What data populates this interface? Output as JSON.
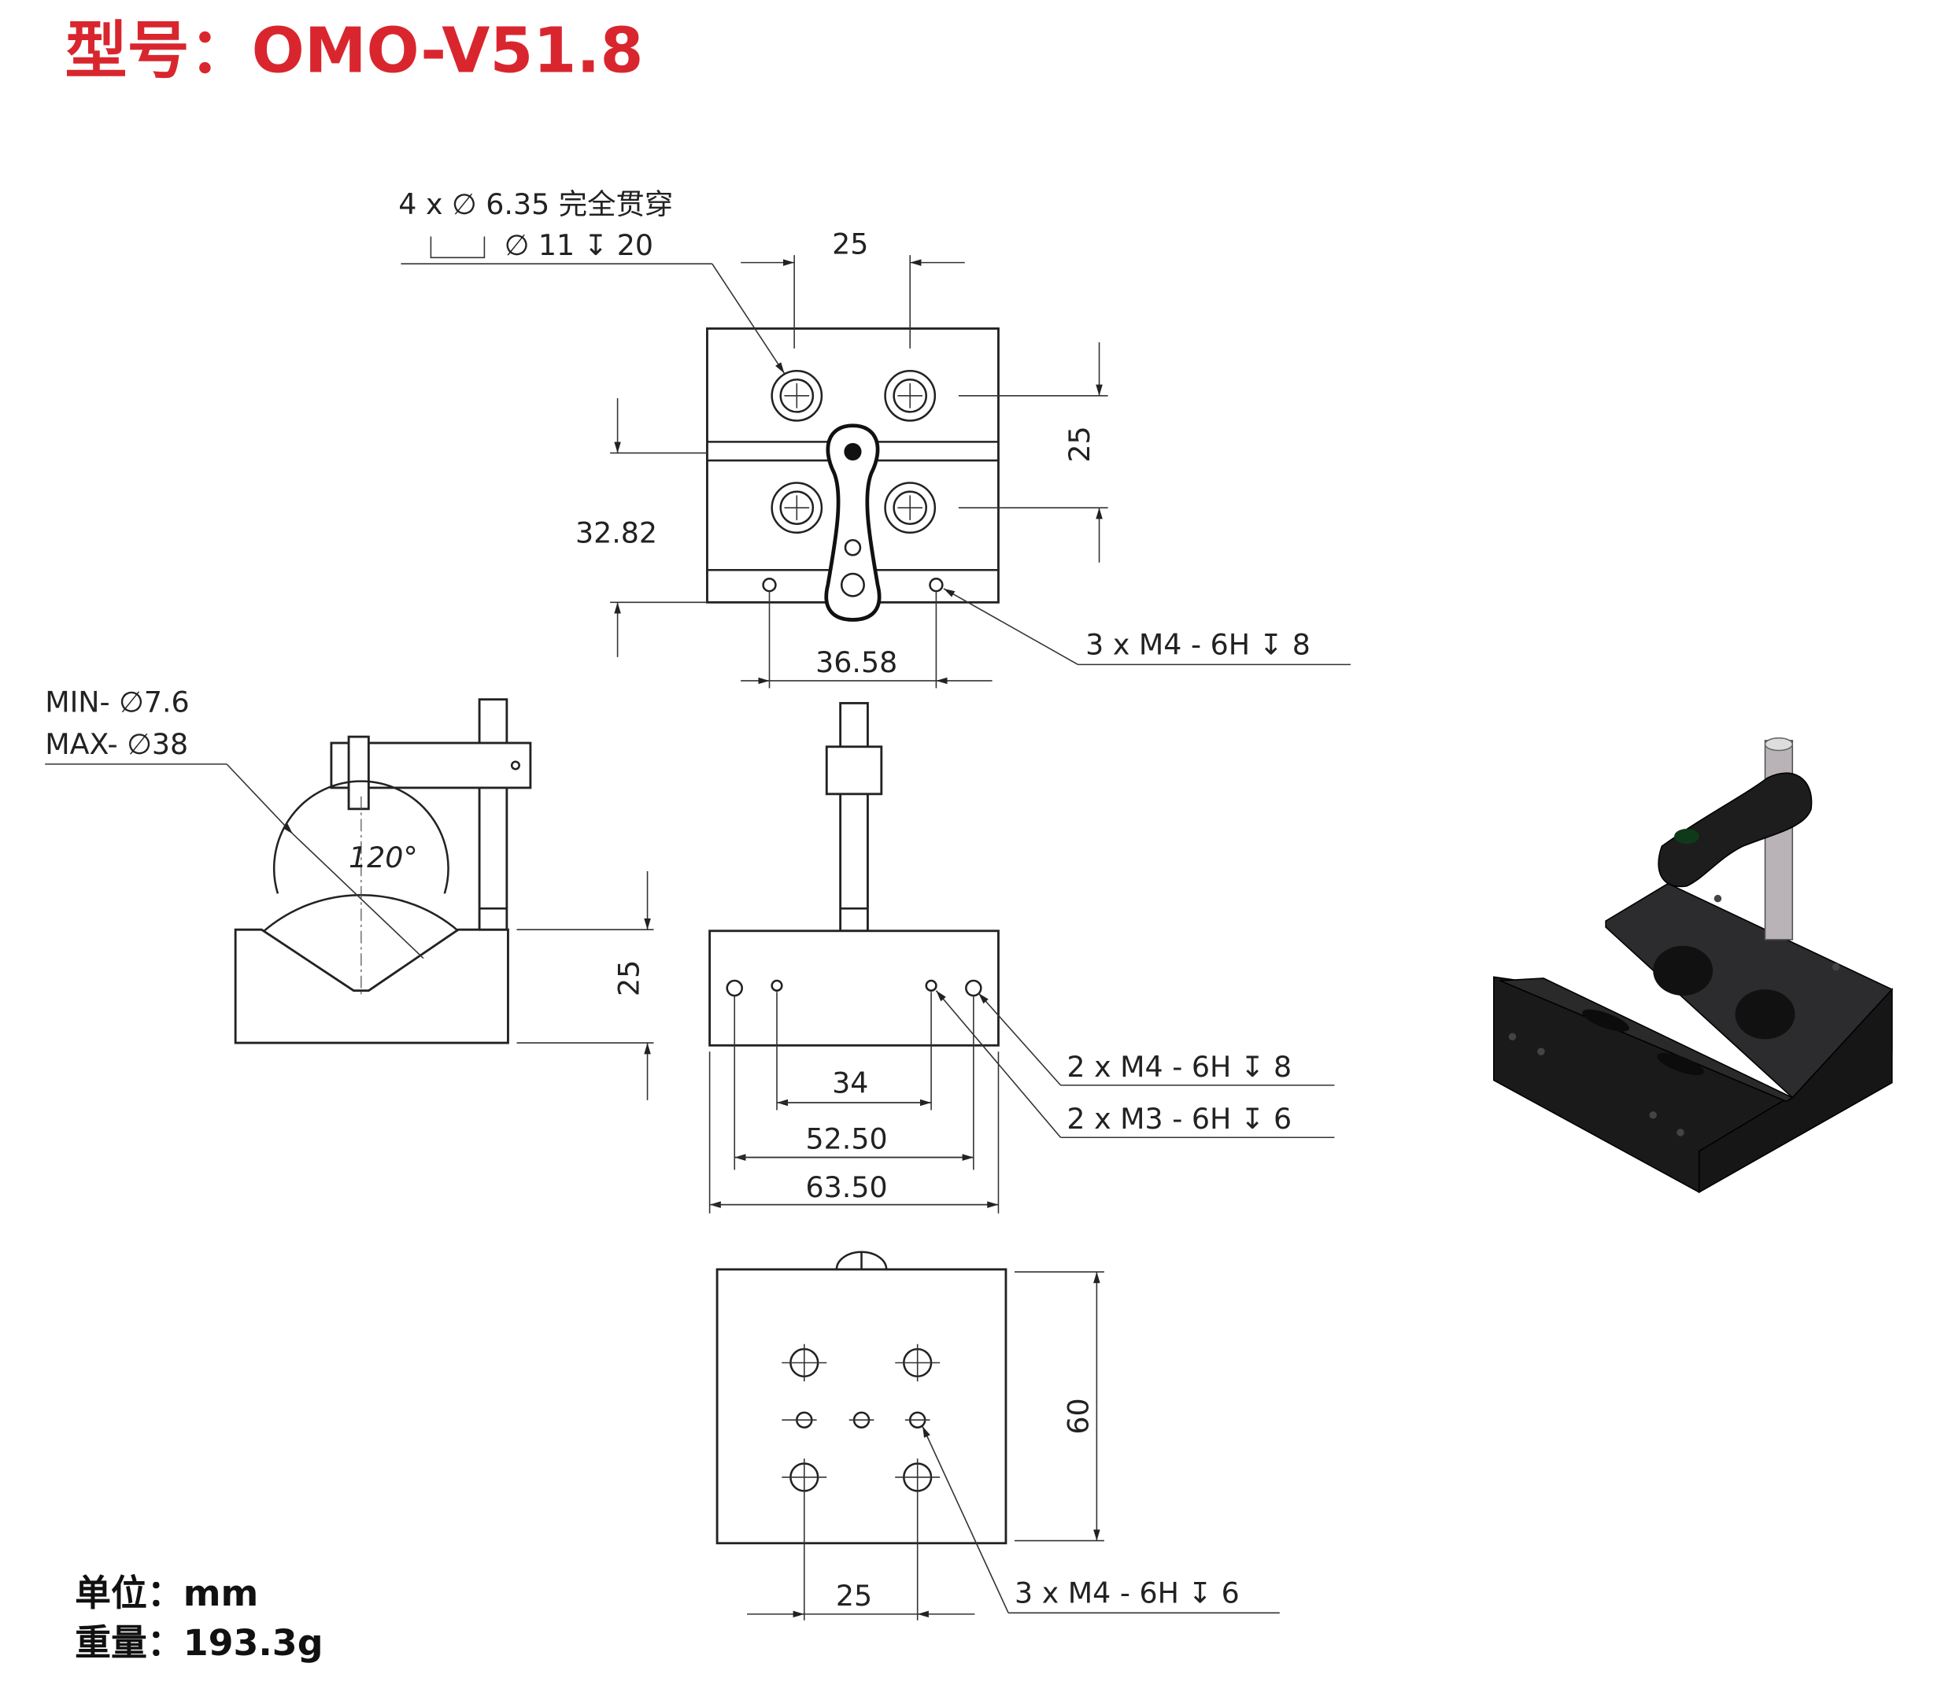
{
  "title": {
    "prefix": "型号：",
    "model": "OMO-V51.8",
    "color": "#d9262e"
  },
  "top_view": {
    "callout_line1": "4 x ∅ 6.35 完全贯穿",
    "callout_line2": "∅ 11 ↧ 20",
    "dim_hole_spacing_x": "25",
    "dim_hole_spacing_y": "25",
    "dim_height": "32.82",
    "dim_tapped_spacing": "36.58",
    "callout_tapped": "3 x M4 - 6H ↧ 8"
  },
  "side_view": {
    "min_label": "MIN- ∅7.6",
    "max_label": "MAX- ∅38",
    "angle": "120°",
    "dim_height": "25"
  },
  "front_view": {
    "dim_34": "34",
    "dim_52": "52.50",
    "dim_63": "63.50",
    "callout_m4": "2 x M4 - 6H ↧ 8",
    "callout_m3": "2 x M3 - 6H ↧ 6"
  },
  "bottom_view": {
    "dim_height": "60",
    "dim_spacing": "25",
    "callout": "3 x M4 - 6H ↧ 6"
  },
  "footer": {
    "unit": "单位：mm",
    "weight": "重量：193.3g"
  }
}
